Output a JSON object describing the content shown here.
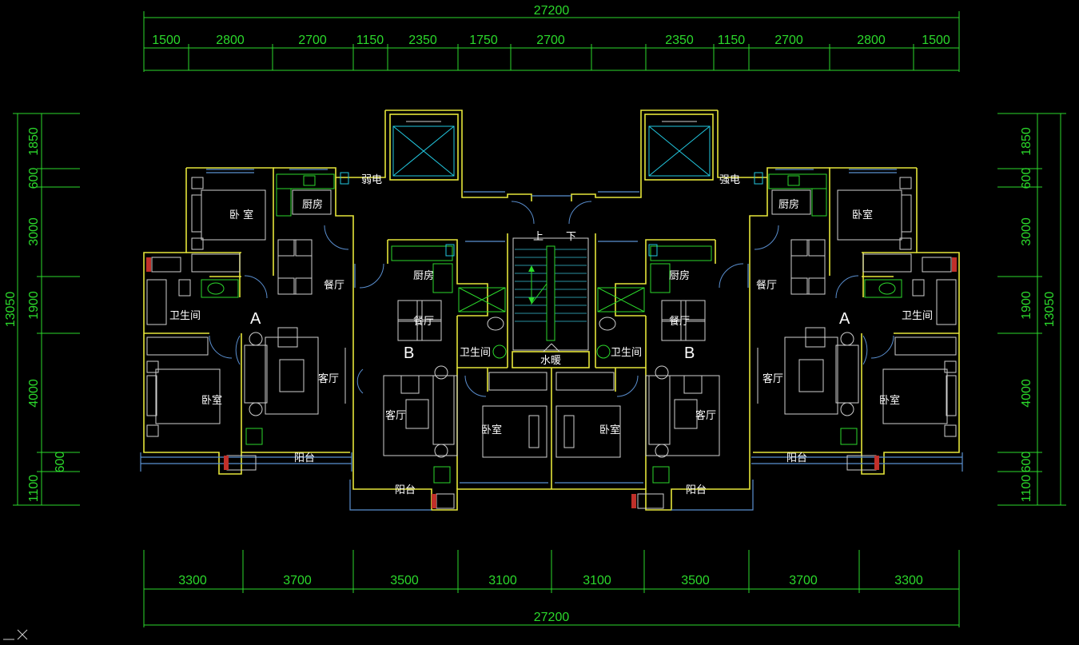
{
  "dimensions": {
    "top_total": "27200",
    "top_segments": [
      "1500",
      "2800",
      "2700",
      "1150",
      "2350",
      "1750",
      "2700",
      "2350",
      "1150",
      "2700",
      "2800",
      "1500"
    ],
    "bottom_segments": [
      "3300",
      "3700",
      "3500",
      "3100",
      "3100",
      "3500",
      "3700",
      "3300"
    ],
    "bottom_total": "27200",
    "left_total": "13050",
    "left_segments": [
      "1850",
      "600",
      "3000",
      "1900",
      "4000",
      "600",
      "1100"
    ],
    "right_total": "13050",
    "right_segments": [
      "1850",
      "600",
      "3000",
      "1900",
      "4000",
      "600",
      "1100"
    ]
  },
  "units": {
    "left_a": "A",
    "left_b": "B",
    "right_b": "B",
    "right_a": "A"
  },
  "rooms": {
    "bedroom": "卧室",
    "bedroom_alt": "卧 室",
    "kitchen": "厨房",
    "dining": "餐厅",
    "bathroom": "卫生间",
    "living": "客厅",
    "balcony": "阳台",
    "weak_current": "弱电",
    "strong_current": "强电",
    "water_heating": "水暖",
    "stair_up": "上",
    "stair_down": "下"
  },
  "colors": {
    "background": "#000000",
    "dimension": "#2bd92b",
    "wall": "#e5e53a",
    "window": "#5a8fd0",
    "furniture": "#cfcfcf",
    "room_text": "#ffffff"
  }
}
